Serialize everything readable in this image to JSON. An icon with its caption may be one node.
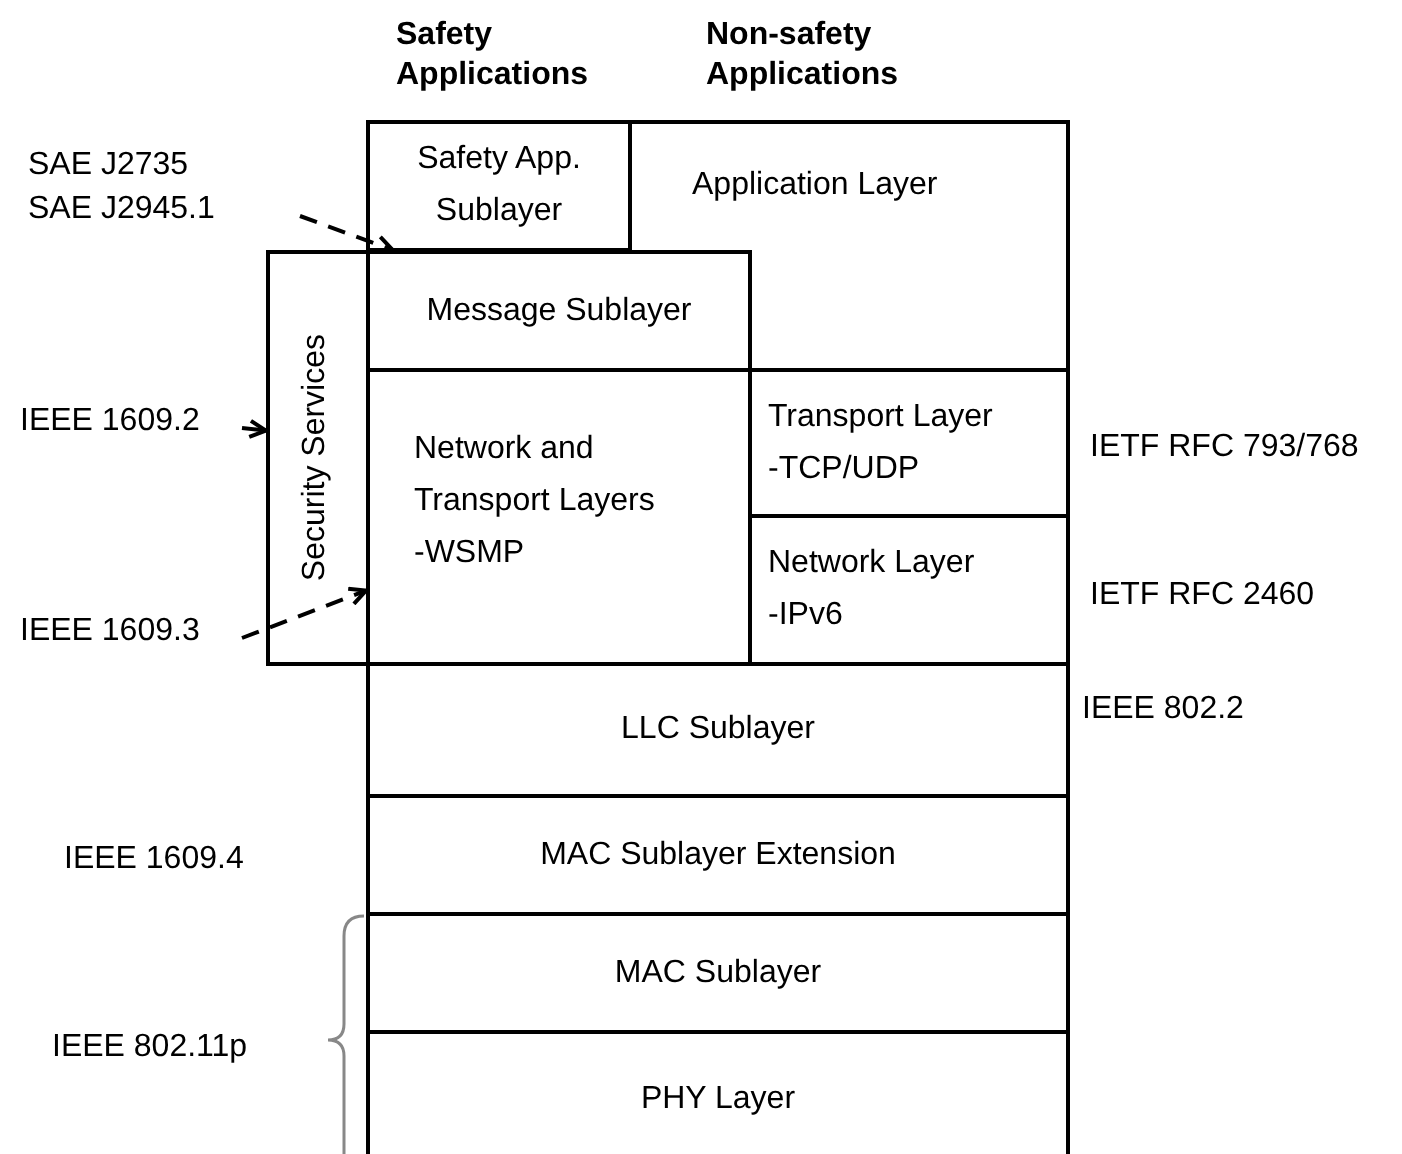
{
  "diagram": {
    "nodes": [
      {
        "text": [
          "Safety App. Sublayer"
        ]
      },
      {
        "text": [
          "Application Layer"
        ]
      },
      {
        "text": [
          "Security Services"
        ]
      },
      {
        "text": [
          "Message Sublayer"
        ],
        "in": 2
      },
      {
        "text": [
          "Network and Transport Layers",
          "-WSMP"
        ],
        "in": 2
      },
      {
        "text": [
          "Transport Layer",
          "-TCP/UDP"
        ]
      },
      {
        "text": [
          "Network Layer",
          "-IPv6"
        ]
      },
      {
        "text": [
          "LLC Sublayer"
        ]
      },
      {
        "text": [
          "MAC Sublayer Extension"
        ]
      },
      {
        "text": [
          "MAC Sublayer"
        ]
      },
      {
        "text": [
          "PHY Layer"
        ]
      },
      {
        "text": [
          "SAE J2735",
          "SAE J2945.1"
        ]
      },
      {
        "text": [
          "IEEE 1609.2"
        ]
      },
      {
        "text": [
          "IEEE 1609.3"
        ]
      }
    ],
    "edges": [
      {
        "from": 11,
        "to": 3,
        "arrow": "to",
        "style": "dashed"
      },
      {
        "from": 12,
        "to": 2,
        "arrow": "to"
      },
      {
        "from": 13,
        "to": 4,
        "arrow": "to",
        "style": "dashed"
      }
    ],
    "labels": [
      "Safety Applications",
      "Non-safety Applications",
      "IETF RFC 793/768",
      "IETF RFC 2460",
      "IEEE 802.2",
      "IEEE 1609.4",
      "IEEE 802.11p"
    ]
  }
}
